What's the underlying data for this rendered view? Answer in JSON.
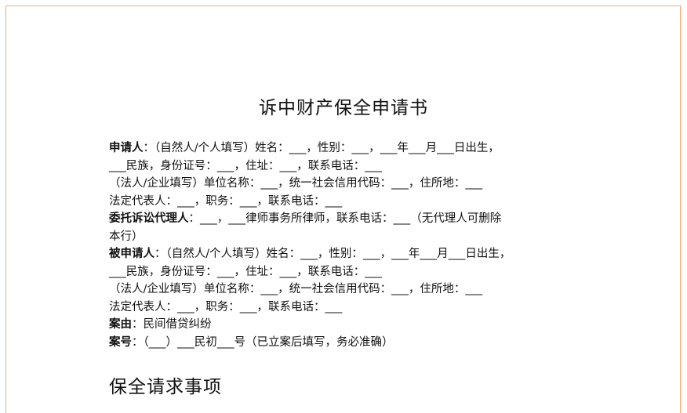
{
  "document": {
    "title": "诉中财产保全申请书",
    "applicant": {
      "label": "申请人",
      "line1": "：（自然人/个人填写）姓名：___，性别：___，___年___月___日出生，",
      "line2": "___民族，身份证号：___，住址：___，联系电话：___",
      "line3": "（法人/企业填写）单位名称：___，统一社会信用代码：___，住所地：___",
      "line4": "法定代表人：___，职务：___，联系电话：___"
    },
    "agent": {
      "label": "委托诉讼代理人",
      "line1": "：___，___律师事务所律师，联系电话：___（无代理人可删除",
      "line2": "本行）"
    },
    "respondent": {
      "label": "被申请人",
      "line1": "：（自然人/个人填写）姓名：___，性别：___，___年___月___日出生，",
      "line2": "___民族，身份证号：___，住址：___，联系电话：___",
      "line3": "（法人/企业填写）单位名称：___，统一社会信用代码：___，住所地：___",
      "line4": "法定代表人：___，职务：___，联系电话：___"
    },
    "cause": {
      "label": "案由",
      "value": "：民间借贷纠纷"
    },
    "case_number": {
      "label": "案号",
      "value": "：（___）___民初___号（已立案后填写，务必准确）"
    },
    "section_heading": "保全请求事项"
  }
}
